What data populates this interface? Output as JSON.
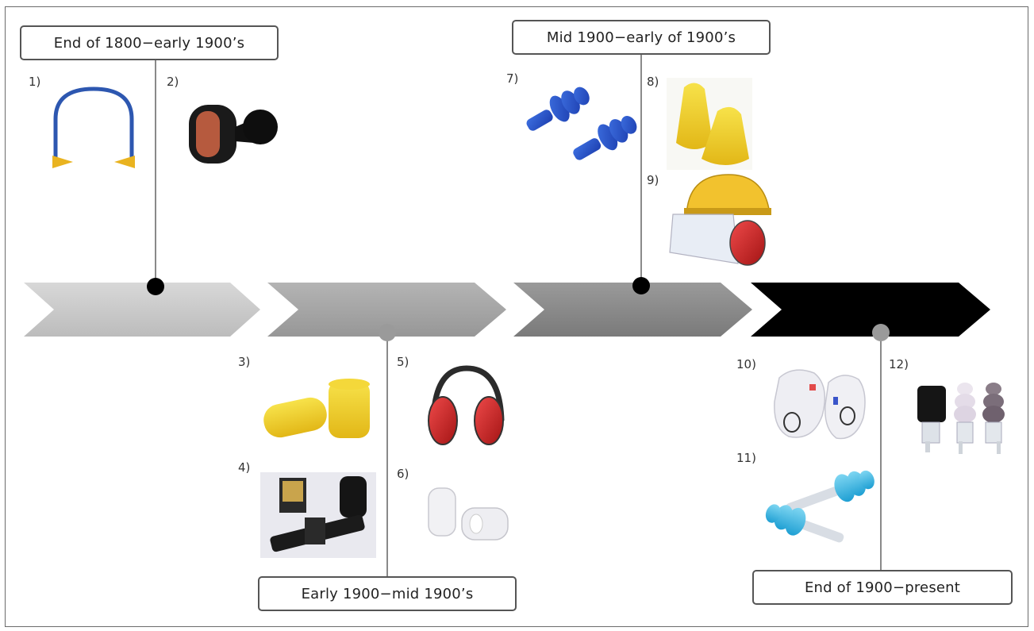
{
  "periods": {
    "p1": "End of 1800−early 1900’s",
    "p2": "Early 1900−mid 1900’s",
    "p3": "Mid 1900−early of 1900’s",
    "p4": "End of 1900−present"
  },
  "items": [
    {
      "number": "1)",
      "icon": "earband-hearing-protector-icon"
    },
    {
      "number": "2)",
      "icon": "black-rubber-earplug-icon"
    },
    {
      "number": "3)",
      "icon": "yellow-foam-earplugs-icon"
    },
    {
      "number": "4)",
      "icon": "early-earplug-device-photo-icon"
    },
    {
      "number": "5)",
      "icon": "red-earmuffs-icon"
    },
    {
      "number": "6)",
      "icon": "clear-silicone-earplugs-icon"
    },
    {
      "number": "7)",
      "icon": "blue-flanged-earplugs-icon"
    },
    {
      "number": "8)",
      "icon": "yellow-tapered-foam-earplugs-icon"
    },
    {
      "number": "9)",
      "icon": "helmet-with-visor-and-earmuffs-icon"
    },
    {
      "number": "10)",
      "icon": "custom-molded-earplugs-icon"
    },
    {
      "number": "11)",
      "icon": "blue-musician-earplugs-icon"
    },
    {
      "number": "12)",
      "icon": "filtered-earplugs-set-icon"
    }
  ],
  "colors": {
    "arrow1": "#c8c8c8",
    "arrow2": "#a4a4a4",
    "arrow3": "#8a8a8a",
    "arrow4": "#000000",
    "dot_top": "#000000",
    "dot_bottom": "#9a9a9a"
  }
}
